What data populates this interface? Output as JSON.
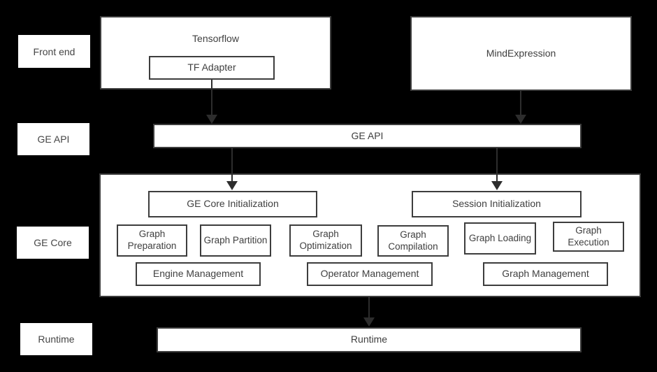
{
  "colors": {
    "background": "#000000",
    "box_fill": "#ffffff",
    "box_border": "#3d3d3d",
    "text": "#3f3f3f",
    "arrow": "#2d2d2d"
  },
  "row_labels": [
    "Front end",
    "GE API",
    "GE Core",
    "Runtime"
  ],
  "front_end": {
    "tensorflow_label": "Tensorflow",
    "tf_adapter_label": "TF Adapter",
    "mindexpression_label": "MindExpression"
  },
  "ge_api": {
    "label": "GE API"
  },
  "ge_core": {
    "init_label": "GE Core Initialization",
    "session_label": "Session Initialization",
    "modules": [
      "Graph Preparation",
      "Graph Partition",
      "Graph Optimization",
      "Graph Compilation",
      "Graph Loading",
      "Graph Execution"
    ],
    "managers": [
      "Engine Management",
      "Operator Management",
      "Graph Management"
    ]
  },
  "runtime": {
    "label": "Runtime"
  }
}
